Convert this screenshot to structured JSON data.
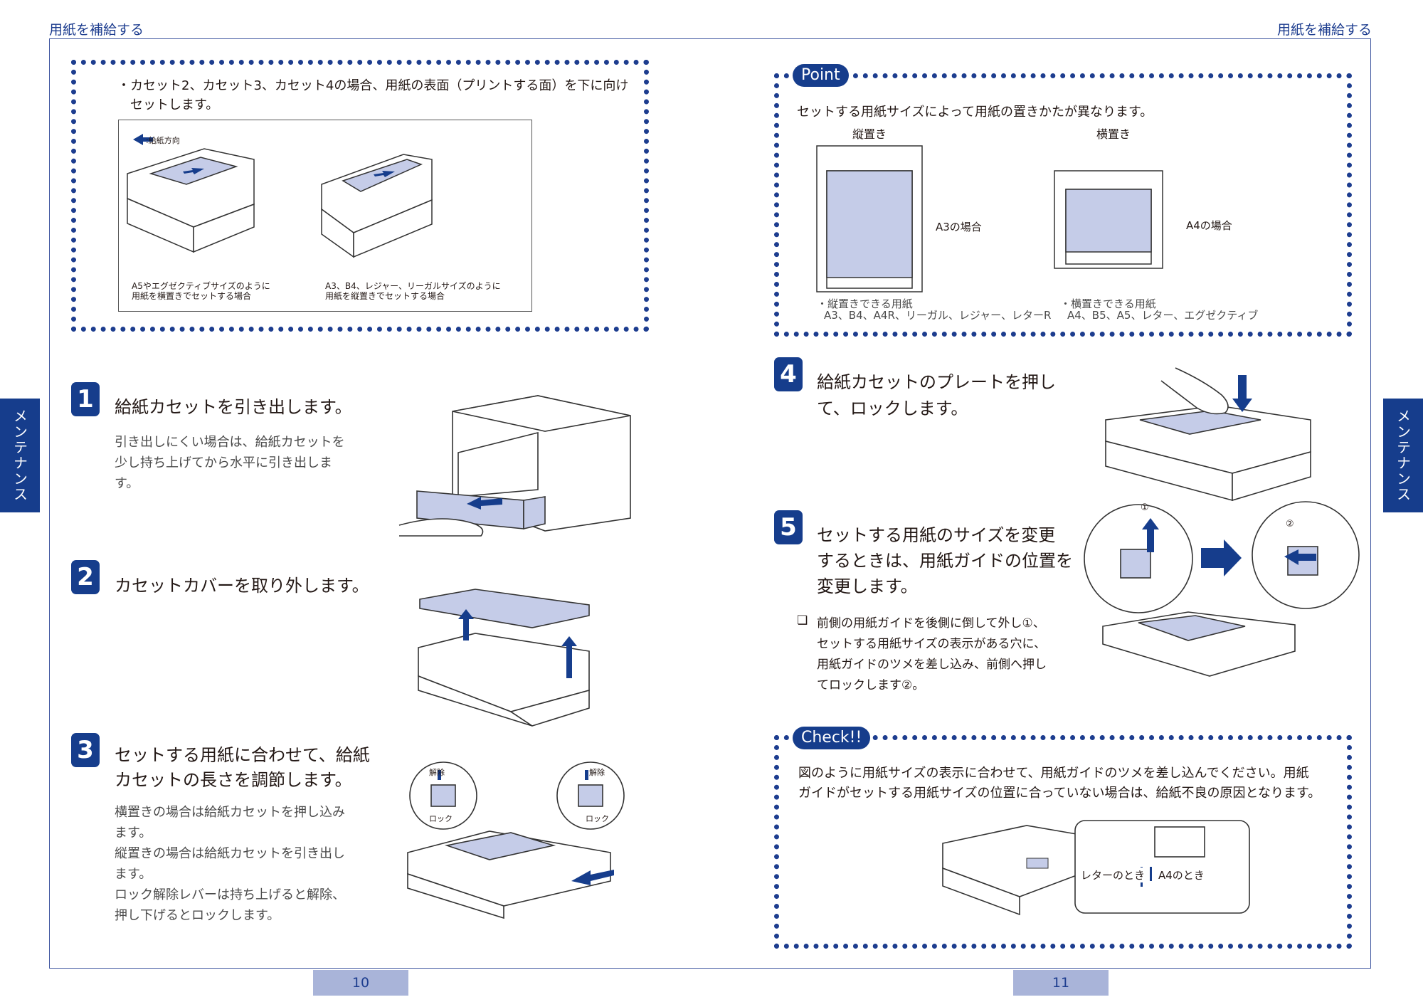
{
  "header": {
    "left": "用紙を補給する",
    "right": "用紙を補給する"
  },
  "sidetab": {
    "left": "メンテナンス",
    "right": "メンテナンス"
  },
  "pagenums": {
    "left": "10",
    "right": "11"
  },
  "note_box": {
    "bullet": "・",
    "text_line1": "カセット2、カセット3、カセット4の場合、用紙の表面（プリントする面）を下に向け",
    "text_line2": "セットします。",
    "direction_label": ":給紙方向",
    "caption_left_1": "A5やエグゼクティブサイズのように",
    "caption_left_2": "用紙を横置きでセットする場合",
    "caption_right_1": "A3、B4、レジャー、リーガルサイズのように",
    "caption_right_2": "用紙を縦置きでセットする場合"
  },
  "point_box": {
    "label": "Point",
    "text": "セットする用紙サイズによって用紙の置きかたが異なります。",
    "portrait_title": "縦置き",
    "landscape_title": "横置き",
    "a3_label": "A3の場合",
    "a4_label": "A4の場合",
    "portrait_list_title": "・縦置きできる用紙",
    "portrait_list": "A3、B4、A4R、リーガル、レジャー、レターR",
    "landscape_list_title": "・横置きできる用紙",
    "landscape_list": "A4、B5、A5、レター、エグゼクティブ"
  },
  "steps": {
    "s1": {
      "num": "1",
      "title": "給紙カセットを引き出します。",
      "body1": "引き出しにくい場合は、給紙カセットを",
      "body2": "少し持ち上げてから水平に引き出しま",
      "body3": "す。"
    },
    "s2": {
      "num": "2",
      "title": "カセットカバーを取り外します。"
    },
    "s3": {
      "num": "3",
      "title1": "セットする用紙に合わせて、給紙",
      "title2": "カセットの長さを調節します。",
      "body1": "横置きの場合は給紙カセットを押し込み",
      "body2": "ます。",
      "body3": "縦置きの場合は給紙カセットを引き出し",
      "body4": "ます。",
      "body5": "ロック解除レバーは持ち上げると解除、",
      "body6": "押し下げるとロックします。",
      "release_label": "解除",
      "lock_label": "ロック"
    },
    "s4": {
      "num": "4",
      "title1": "給紙カセットのプレートを押し",
      "title2": "て、ロックします。"
    },
    "s5": {
      "num": "5",
      "title1": "セットする用紙のサイズを変更",
      "title2": "するときは、用紙ガイドの位置を",
      "title3": "変更します。",
      "bullet": "❏",
      "body1": "前側の用紙ガイドを後側に倒して外し①、",
      "body2": "セットする用紙サイズの表示がある穴に、",
      "body3": "用紙ガイドのツメを差し込み、前側へ押し",
      "body4": "てロックします②。",
      "circle1": "①",
      "circle2": "②"
    }
  },
  "check_box": {
    "label": "Check!!",
    "text1": "図のように用紙サイズの表示に合わせて、用紙ガイドのツメを差し込んでください。用紙",
    "text2": "ガイドがセットする用紙サイズの位置に合っていない場合は、給紙不良の原因となります。",
    "letter_label": "レターのとき",
    "a4_label": "A4のとき"
  },
  "colors": {
    "accent": "#163d8c",
    "paper": "#c5cce8",
    "pagenum_bg": "#a9b4d9"
  }
}
